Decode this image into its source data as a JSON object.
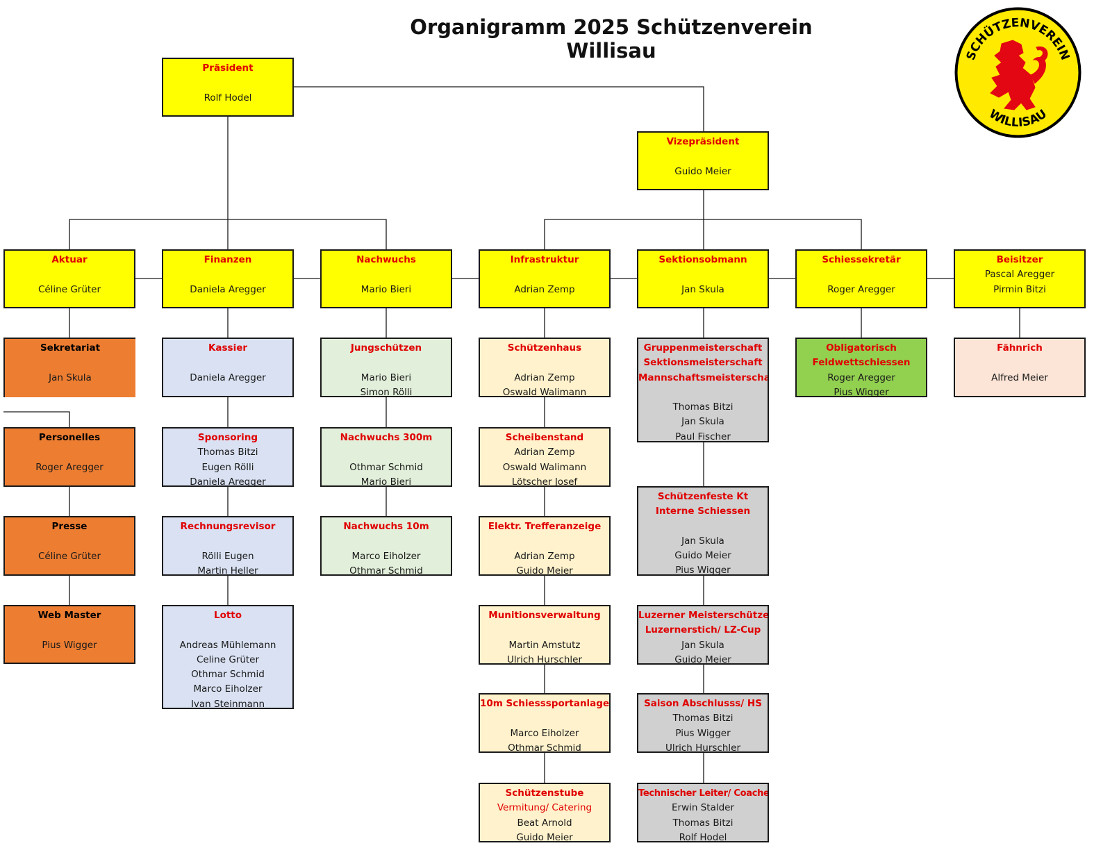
{
  "title": "Organigramm 2025 Schützenverein Willisau",
  "logo": {
    "top_text": "SCHÜTZENVEREIN",
    "bottom_text": "WILLISAU"
  },
  "boxes": {
    "praesident": {
      "title": "Präsident",
      "names": [
        "Rolf Hodel"
      ]
    },
    "vizepraesident": {
      "title": "Vizepräsident",
      "names": [
        "Guido Meier"
      ]
    },
    "aktuar": {
      "title": "Aktuar",
      "names": [
        "Céline Grüter"
      ]
    },
    "finanzen": {
      "title": "Finanzen",
      "names": [
        "Daniela Aregger"
      ]
    },
    "nachwuchs": {
      "title": "Nachwuchs",
      "names": [
        "Mario Bieri"
      ]
    },
    "infrastruktur": {
      "title": "Infrastruktur",
      "names": [
        "Adrian Zemp"
      ]
    },
    "sektionsobmann": {
      "title": "Sektionsobmann",
      "names": [
        "Jan Skula"
      ]
    },
    "schiessekretaer": {
      "title": "Schiessekretär",
      "names": [
        "Roger Aregger"
      ]
    },
    "beisitzer": {
      "title": "Beisitzer",
      "names": [
        "Pascal Aregger",
        "Pirmin Bitzi"
      ]
    },
    "sekretariat": {
      "title": "Sekretariat",
      "names": [
        "Jan Skula"
      ]
    },
    "personelles": {
      "title": "Personelles",
      "names": [
        "Roger Aregger"
      ]
    },
    "presse": {
      "title": "Presse",
      "names": [
        "Céline Grüter"
      ]
    },
    "webmaster": {
      "title": "Web Master",
      "names": [
        "Pius Wigger"
      ]
    },
    "kassier": {
      "title": "Kassier",
      "names": [
        "Daniela Aregger"
      ]
    },
    "sponsoring": {
      "title": "Sponsoring",
      "names": [
        "Thomas Bitzi",
        "Eugen Rölli",
        "Daniela Aregger"
      ]
    },
    "rechnungsrevisor": {
      "title": "Rechnungsrevisor",
      "names": [
        "Rölli Eugen",
        "Martin Heller"
      ]
    },
    "lotto": {
      "title": "Lotto",
      "names": [
        "Andreas Mühlemann",
        "Celine Grüter",
        "Othmar Schmid",
        "Marco Eiholzer",
        "Ivan Steinmann"
      ]
    },
    "jungschuetzen": {
      "title": "Jungschützen",
      "names": [
        "Mario Bieri",
        "Simon Rölli"
      ]
    },
    "nachwuchs300": {
      "title": "Nachwuchs 300m",
      "names": [
        "Othmar Schmid",
        "Mario Bieri"
      ]
    },
    "nachwuchs10": {
      "title": "Nachwuchs 10m",
      "names": [
        "Marco Eiholzer",
        "Othmar Schmid"
      ]
    },
    "schuetzenhaus": {
      "title": "Schützenhaus",
      "names": [
        "Adrian Zemp",
        "Oswald Walimann"
      ]
    },
    "scheibenstand": {
      "title": "Scheibenstand",
      "names": [
        "Adrian Zemp",
        "Oswald Walimann",
        "Lötscher Josef"
      ]
    },
    "treffer": {
      "title": "Elektr. Trefferanzeige",
      "names": [
        "Adrian Zemp",
        "Guido Meier"
      ]
    },
    "munition": {
      "title": "Munitionsverwaltung",
      "names": [
        "Martin Amstutz",
        "Ulrich Hurschler"
      ]
    },
    "anlage10": {
      "title": "10m Schiesssportanlage",
      "names": [
        "Marco Eiholzer",
        "Othmar Schmid"
      ]
    },
    "stube": {
      "title": "Schützenstube",
      "subtitle": "Vermitung/ Catering",
      "names": [
        "Beat Arnold",
        "Guido Meier"
      ]
    },
    "gruppen": {
      "titles": [
        "Gruppenmeisterschaft",
        "Sektionsmeisterschaft",
        "Mannschaftsmeisterschaft"
      ],
      "names": [
        "Thomas Bitzi",
        "Jan Skula",
        "Paul Fischer"
      ]
    },
    "feste": {
      "titles": [
        "Schützenfeste Kt",
        "Interne Schiessen"
      ],
      "names": [
        "Jan Skula",
        "Guido Meier",
        "Pius Wigger"
      ]
    },
    "luzerner": {
      "titles": [
        "Luzerner Meisterschütze",
        "Luzernerstich/ LZ-Cup"
      ],
      "names": [
        "Jan Skula",
        "Guido Meier"
      ]
    },
    "saison": {
      "title": "Saison Abschlusss/ HS",
      "names": [
        "Thomas Bitzi",
        "Pius Wigger",
        "Ulrich Hurschler"
      ]
    },
    "technisch": {
      "title": "Technischer Leiter/ Coaches",
      "names": [
        "Erwin Stalder",
        "Thomas Bitzi",
        "Rolf Hodel"
      ]
    },
    "obligatorisch": {
      "titles": [
        "Obligatorisch",
        "Feldwettschiessen"
      ],
      "names": [
        "Roger Aregger",
        "Pius Wigger"
      ]
    },
    "faehnrich": {
      "title": "Fähnrich",
      "names": [
        "Alfred Meier"
      ]
    }
  },
  "colors": {
    "board": "#ffff00",
    "admin": "#ed7d31",
    "finance": "#d9e1f2",
    "youth": "#e2efda",
    "infrastructure": "#fff2cc",
    "section": "#d0d0d0",
    "secretary": "#92d050",
    "assessor": "#fce4d6",
    "title_red": "#e00000"
  }
}
